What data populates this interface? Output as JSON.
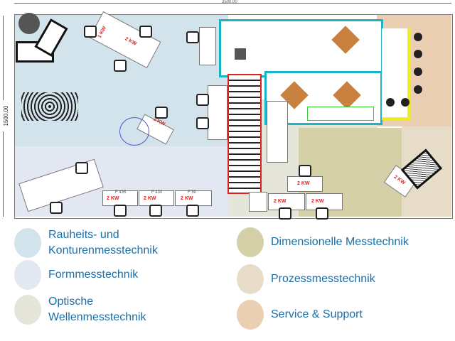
{
  "plan": {
    "width_dimension": "2500.00",
    "height_dimension": "1500.00",
    "power_label": "2 KW",
    "power_label_small": "1 KW",
    "desk_labels": [
      "F 435",
      "F 430",
      "F 50"
    ],
    "zone_colors": {
      "rauheits": "#d3e3ec",
      "form": "#e3e7f1",
      "optische": "#e5e6d9",
      "dimensionelle": "#d5d0a8",
      "prozess": "#e7dcc7",
      "service": "#eacfb2"
    }
  },
  "legend": [
    {
      "label_lines": [
        "Rauheits- und",
        "Konturenmesstechnik"
      ],
      "color": "#d3e3ec"
    },
    {
      "label_lines": [
        "Formmesstechnik"
      ],
      "color": "#e3e7f1"
    },
    {
      "label_lines": [
        "Optische",
        "Wellenmesstechnik"
      ],
      "color": "#e5e6d9"
    },
    {
      "label_lines": [
        "Dimensionelle Messtechnik"
      ],
      "color": "#d5d0a8"
    },
    {
      "label_lines": [
        "Prozessmesstechnik"
      ],
      "color": "#e7dcc7"
    },
    {
      "label_lines": [
        "Service & Support"
      ],
      "color": "#eacfb2"
    }
  ]
}
